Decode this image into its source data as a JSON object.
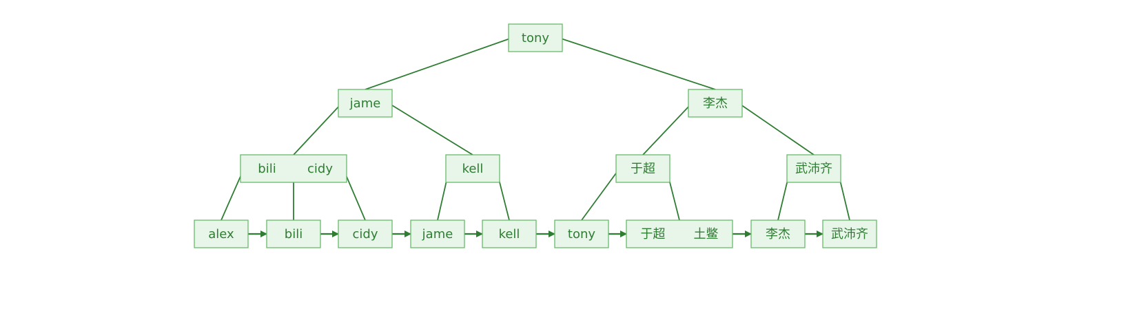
{
  "colors": {
    "box_fill": "#e8f5e9",
    "box_stroke": "#66bb6a",
    "line": "#2e7d32",
    "text": "#2e7d32"
  },
  "nodes": [
    {
      "id": "root",
      "labels": [
        "tony"
      ]
    },
    {
      "id": "l1-left",
      "labels": [
        "jame"
      ]
    },
    {
      "id": "l1-right",
      "labels": [
        "李杰"
      ]
    },
    {
      "id": "l2-a",
      "labels": [
        "bili",
        "cidy"
      ]
    },
    {
      "id": "l2-b",
      "labels": [
        "kell"
      ]
    },
    {
      "id": "l2-c",
      "labels": [
        "于超"
      ]
    },
    {
      "id": "l2-d",
      "labels": [
        "武沛齐"
      ]
    },
    {
      "id": "leaf-1",
      "labels": [
        "alex"
      ]
    },
    {
      "id": "leaf-2",
      "labels": [
        "bili"
      ]
    },
    {
      "id": "leaf-3",
      "labels": [
        "cidy"
      ]
    },
    {
      "id": "leaf-4",
      "labels": [
        "jame"
      ]
    },
    {
      "id": "leaf-5",
      "labels": [
        "kell"
      ]
    },
    {
      "id": "leaf-6",
      "labels": [
        "tony"
      ]
    },
    {
      "id": "leaf-7",
      "labels": [
        "于超",
        "土鳖"
      ]
    },
    {
      "id": "leaf-8",
      "labels": [
        "李杰"
      ]
    },
    {
      "id": "leaf-9",
      "labels": [
        "武沛齐"
      ]
    }
  ],
  "edges": [
    [
      "root",
      "l1-left"
    ],
    [
      "root",
      "l1-right"
    ],
    [
      "l1-left",
      "l2-a"
    ],
    [
      "l1-left",
      "l2-b"
    ],
    [
      "l1-right",
      "l2-c"
    ],
    [
      "l1-right",
      "l2-d"
    ],
    [
      "l2-a",
      "leaf-1"
    ],
    [
      "l2-a",
      "leaf-2"
    ],
    [
      "l2-a",
      "leaf-3"
    ],
    [
      "l2-b",
      "leaf-4"
    ],
    [
      "l2-b",
      "leaf-5"
    ],
    [
      "l2-c",
      "leaf-6"
    ],
    [
      "l2-c",
      "leaf-7"
    ],
    [
      "l2-d",
      "leaf-8"
    ],
    [
      "l2-d",
      "leaf-9"
    ]
  ],
  "leaf_links": [
    [
      "leaf-1",
      "leaf-2"
    ],
    [
      "leaf-2",
      "leaf-3"
    ],
    [
      "leaf-3",
      "leaf-4"
    ],
    [
      "leaf-4",
      "leaf-5"
    ],
    [
      "leaf-5",
      "leaf-6"
    ],
    [
      "leaf-6",
      "leaf-7"
    ],
    [
      "leaf-7",
      "leaf-8"
    ],
    [
      "leaf-8",
      "leaf-9"
    ]
  ]
}
